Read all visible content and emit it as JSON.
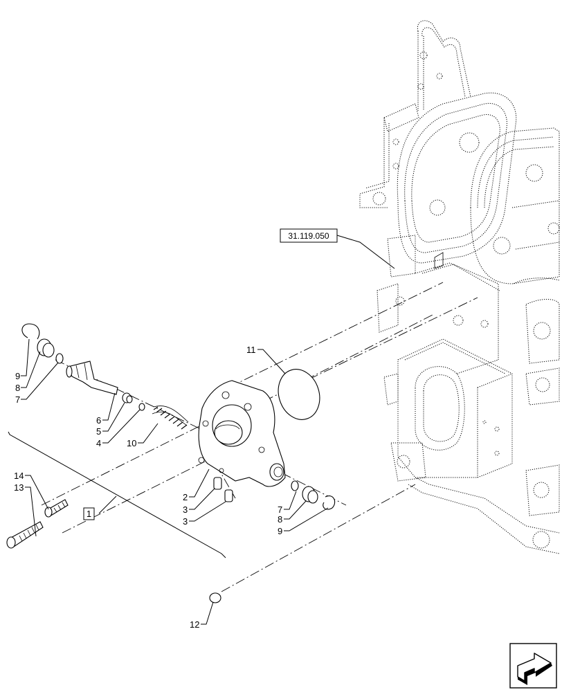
{
  "reference": {
    "label": "31.119.050"
  },
  "assembly": {
    "label": "1"
  },
  "callouts": [
    {
      "id": "c9a",
      "text": "9"
    },
    {
      "id": "c8a",
      "text": "8"
    },
    {
      "id": "c7a",
      "text": "7"
    },
    {
      "id": "c6",
      "text": "6"
    },
    {
      "id": "c5",
      "text": "5"
    },
    {
      "id": "c4",
      "text": "4"
    },
    {
      "id": "c10",
      "text": "10"
    },
    {
      "id": "c11",
      "text": "11"
    },
    {
      "id": "c2",
      "text": "2"
    },
    {
      "id": "c3a",
      "text": "3"
    },
    {
      "id": "c3b",
      "text": "3"
    },
    {
      "id": "c14",
      "text": "14"
    },
    {
      "id": "c13",
      "text": "13"
    },
    {
      "id": "c7b",
      "text": "7"
    },
    {
      "id": "c8b",
      "text": "8"
    },
    {
      "id": "c9b",
      "text": "9"
    },
    {
      "id": "c12",
      "text": "12"
    }
  ],
  "nav": {
    "icon": "next-page-arrow-icon"
  }
}
